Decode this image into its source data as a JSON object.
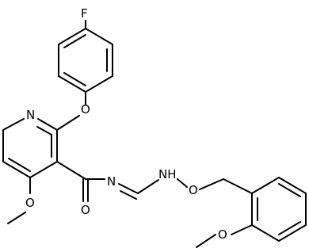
{
  "atoms": {
    "fluorine": "F",
    "ether_oxygen_aryl": "O",
    "pyridine_nitrogen": "N",
    "methoxy_oxygen_pyridine": "O",
    "amide_oxygen": "O",
    "imine_nitrogen": "N",
    "amine_nh": "NH",
    "oxime_oxygen": "O",
    "methoxy_oxygen_benzyl": "O"
  },
  "colors": {
    "bond": "#000000",
    "label": "#000000",
    "background": "#ffffff"
  }
}
